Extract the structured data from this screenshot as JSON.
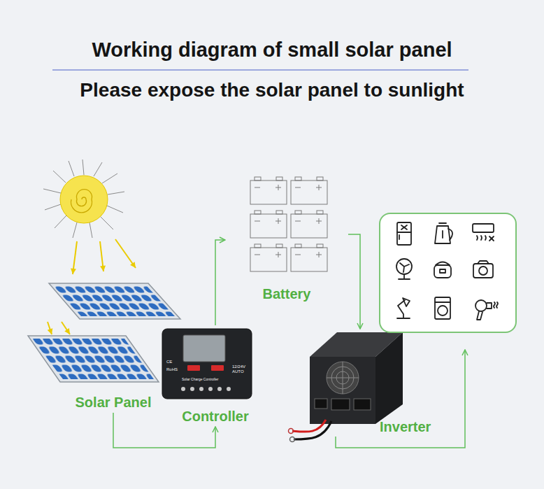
{
  "diagram": {
    "title": "Working diagram of small solar panel",
    "nodes": [
      {
        "text": [
          "Solar Panel"
        ]
      },
      {
        "text": [
          "Controller"
        ]
      },
      {
        "text": [
          "Battery"
        ]
      },
      {
        "text": [
          "Inverter"
        ]
      }
    ],
    "edges": [
      {
        "from": 0,
        "to": 1,
        "arrow": "to"
      },
      {
        "from": 1,
        "to": 2,
        "arrow": "to"
      },
      {
        "from": 2,
        "to": 3,
        "arrow": "to"
      }
    ],
    "labels": [
      "Please expose the solar panel to sunlight",
      "CE",
      "RoHS",
      "Solar Charge Controller",
      "12/24V AUTO"
    ]
  }
}
